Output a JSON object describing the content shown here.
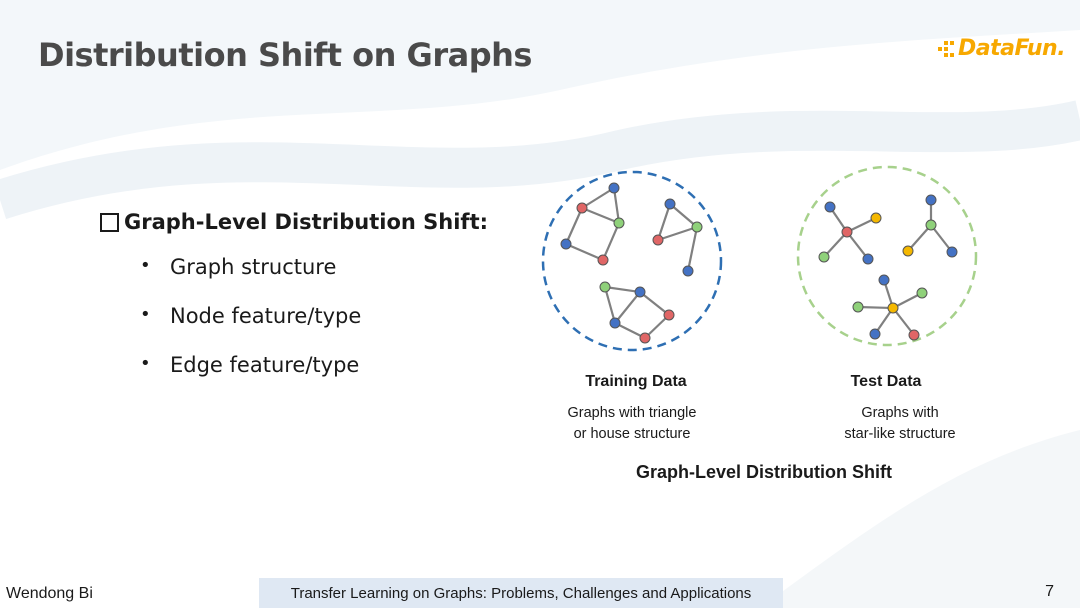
{
  "slide": {
    "title": "Distribution Shift on Graphs",
    "logo_text": "DataFun.",
    "heading": "Graph-Level Distribution Shift:",
    "bullets": [
      "Graph structure",
      "Node feature/type",
      "Edge feature/type"
    ]
  },
  "figure": {
    "training": {
      "label": "Training Data",
      "desc_line1": "Graphs with triangle",
      "desc_line2": "or house structure",
      "circle_color": "#2e6fb3"
    },
    "test": {
      "label": "Test Data",
      "desc_line1": "Graphs with",
      "desc_line2": "star-like structure",
      "circle_color": "#a7d18c"
    },
    "caption": "Graph-Level Distribution Shift",
    "node_colors": {
      "red": "#e06666",
      "blue": "#4472c4",
      "green": "#8fd17a",
      "yellow": "#f5b800"
    },
    "edge_color": "#808080"
  },
  "footer": {
    "author": "Wendong Bi",
    "talk_title": "Transfer Learning on Graphs: Problems, Challenges and Applications",
    "page": "7"
  },
  "colors": {
    "accent_orange": "#f7a800",
    "title_gray": "#4a4a4a",
    "footer_band": "#dfe8f3"
  }
}
